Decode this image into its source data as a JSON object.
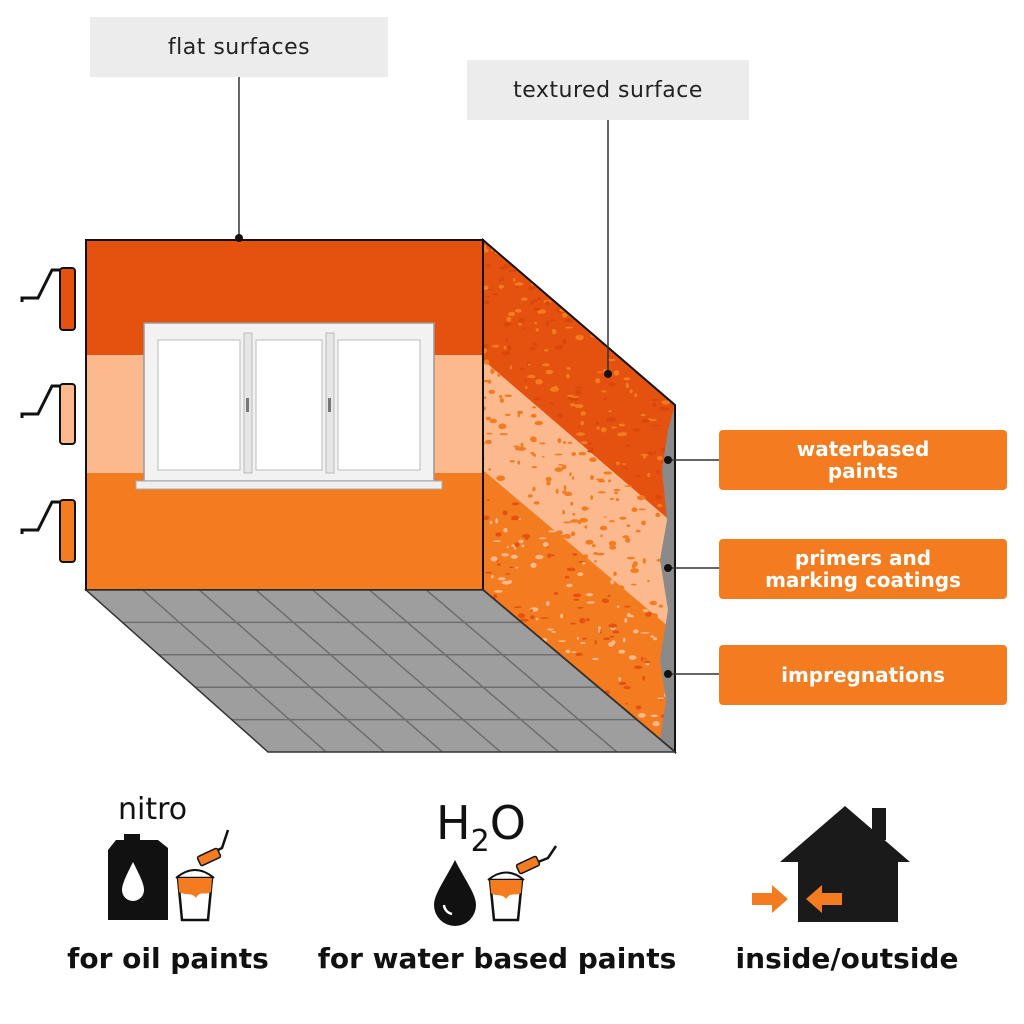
{
  "labels": {
    "top_left": "flat surfaces",
    "top_right": "textured surface"
  },
  "layers": [
    {
      "text_line1": "waterbased",
      "text_line2": "paints"
    },
    {
      "text_line1": "primers and",
      "text_line2": "marking coatings"
    },
    {
      "text_line1": "impregnations",
      "text_line2": ""
    }
  ],
  "features": [
    {
      "icon": "oil-can-icon",
      "heading": "nitro",
      "caption": "for oil paints"
    },
    {
      "icon": "water-drop-icon",
      "heading_main": "H",
      "heading_sub": "2",
      "heading_tail": "O",
      "caption": "for water based paints"
    },
    {
      "icon": "house-icon",
      "caption": "inside/outside"
    }
  ],
  "colors": {
    "dark_orange": "#e5520f",
    "light_peach": "#fbb98d",
    "orange": "#f47c20",
    "floor_gray": "#9e9e9e",
    "label_gray": "#ececec"
  }
}
